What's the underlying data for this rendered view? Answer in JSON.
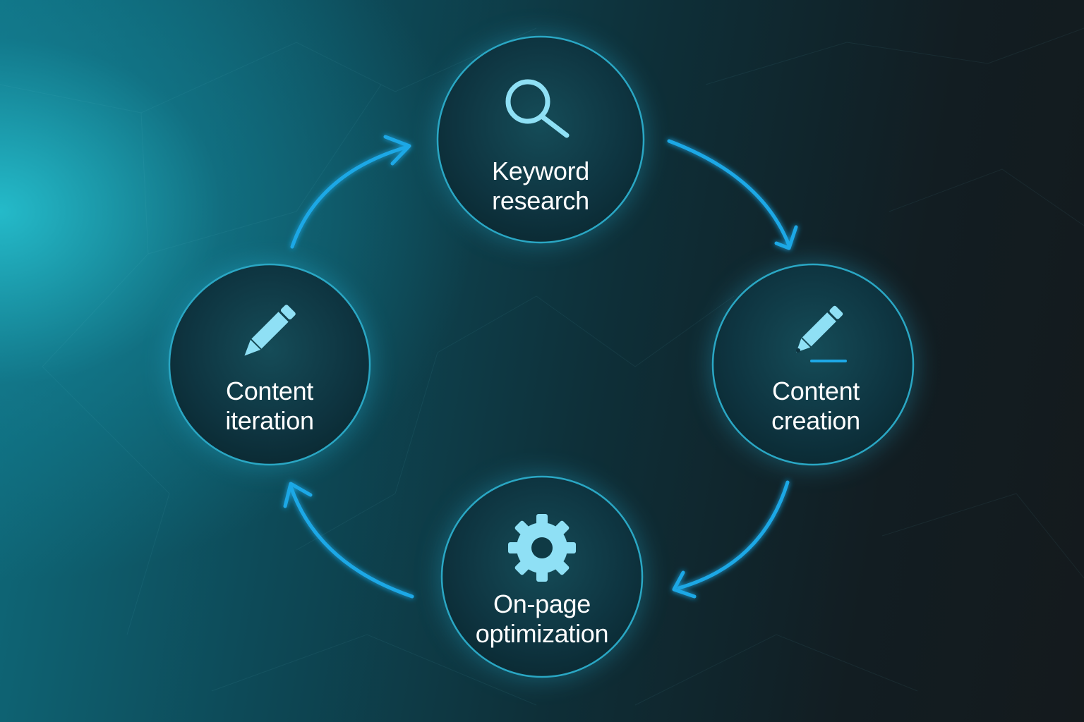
{
  "colors": {
    "accent": "#1ea8e6",
    "icon": "#8fe0f5",
    "node_fill": "#0f3a45",
    "node_stroke": "#2aa7c4",
    "text": "#ffffff"
  },
  "nodes": [
    {
      "id": "keyword-research",
      "label_line1": "Keyword",
      "label_line2": "research",
      "icon": "search-icon"
    },
    {
      "id": "content-creation",
      "label_line1": "Content",
      "label_line2": "creation",
      "icon": "pen-writing-icon"
    },
    {
      "id": "on-page-optimization",
      "label_line1": "On-page",
      "label_line2": "optimization",
      "icon": "gear-icon"
    },
    {
      "id": "content-iteration",
      "label_line1": "Content",
      "label_line2": "iteration",
      "icon": "pencil-icon"
    }
  ],
  "edges": [
    {
      "from": "keyword-research",
      "to": "content-creation"
    },
    {
      "from": "content-creation",
      "to": "on-page-optimization"
    },
    {
      "from": "on-page-optimization",
      "to": "content-iteration"
    },
    {
      "from": "content-iteration",
      "to": "keyword-research"
    }
  ]
}
